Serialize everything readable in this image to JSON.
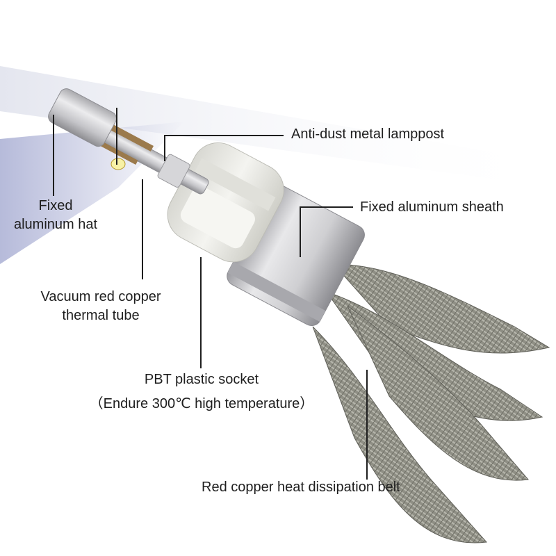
{
  "image": {
    "subject": "LED headlight bulb",
    "background_color": "#ffffff",
    "beam_color": "#aeb3d6",
    "aluminum_color": "#c9c9cb",
    "socket_color": "#ecece8",
    "braid_color": "#8f8f85",
    "line_color": "#1e1e1e"
  },
  "labels": {
    "anti_dust": "Anti-dust metal lamppost",
    "fixed_hat_line1": "Fixed",
    "fixed_hat_line2": "aluminum hat",
    "fixed_sheath": "Fixed aluminum sheath",
    "copper_tube_line1": "Vacuum red copper",
    "copper_tube_line2": "thermal tube",
    "pbt_line1": "PBT plastic socket",
    "pbt_line2": "（Endure 300℃ high temperature）",
    "belt": "Red copper heat dissipation belt"
  }
}
